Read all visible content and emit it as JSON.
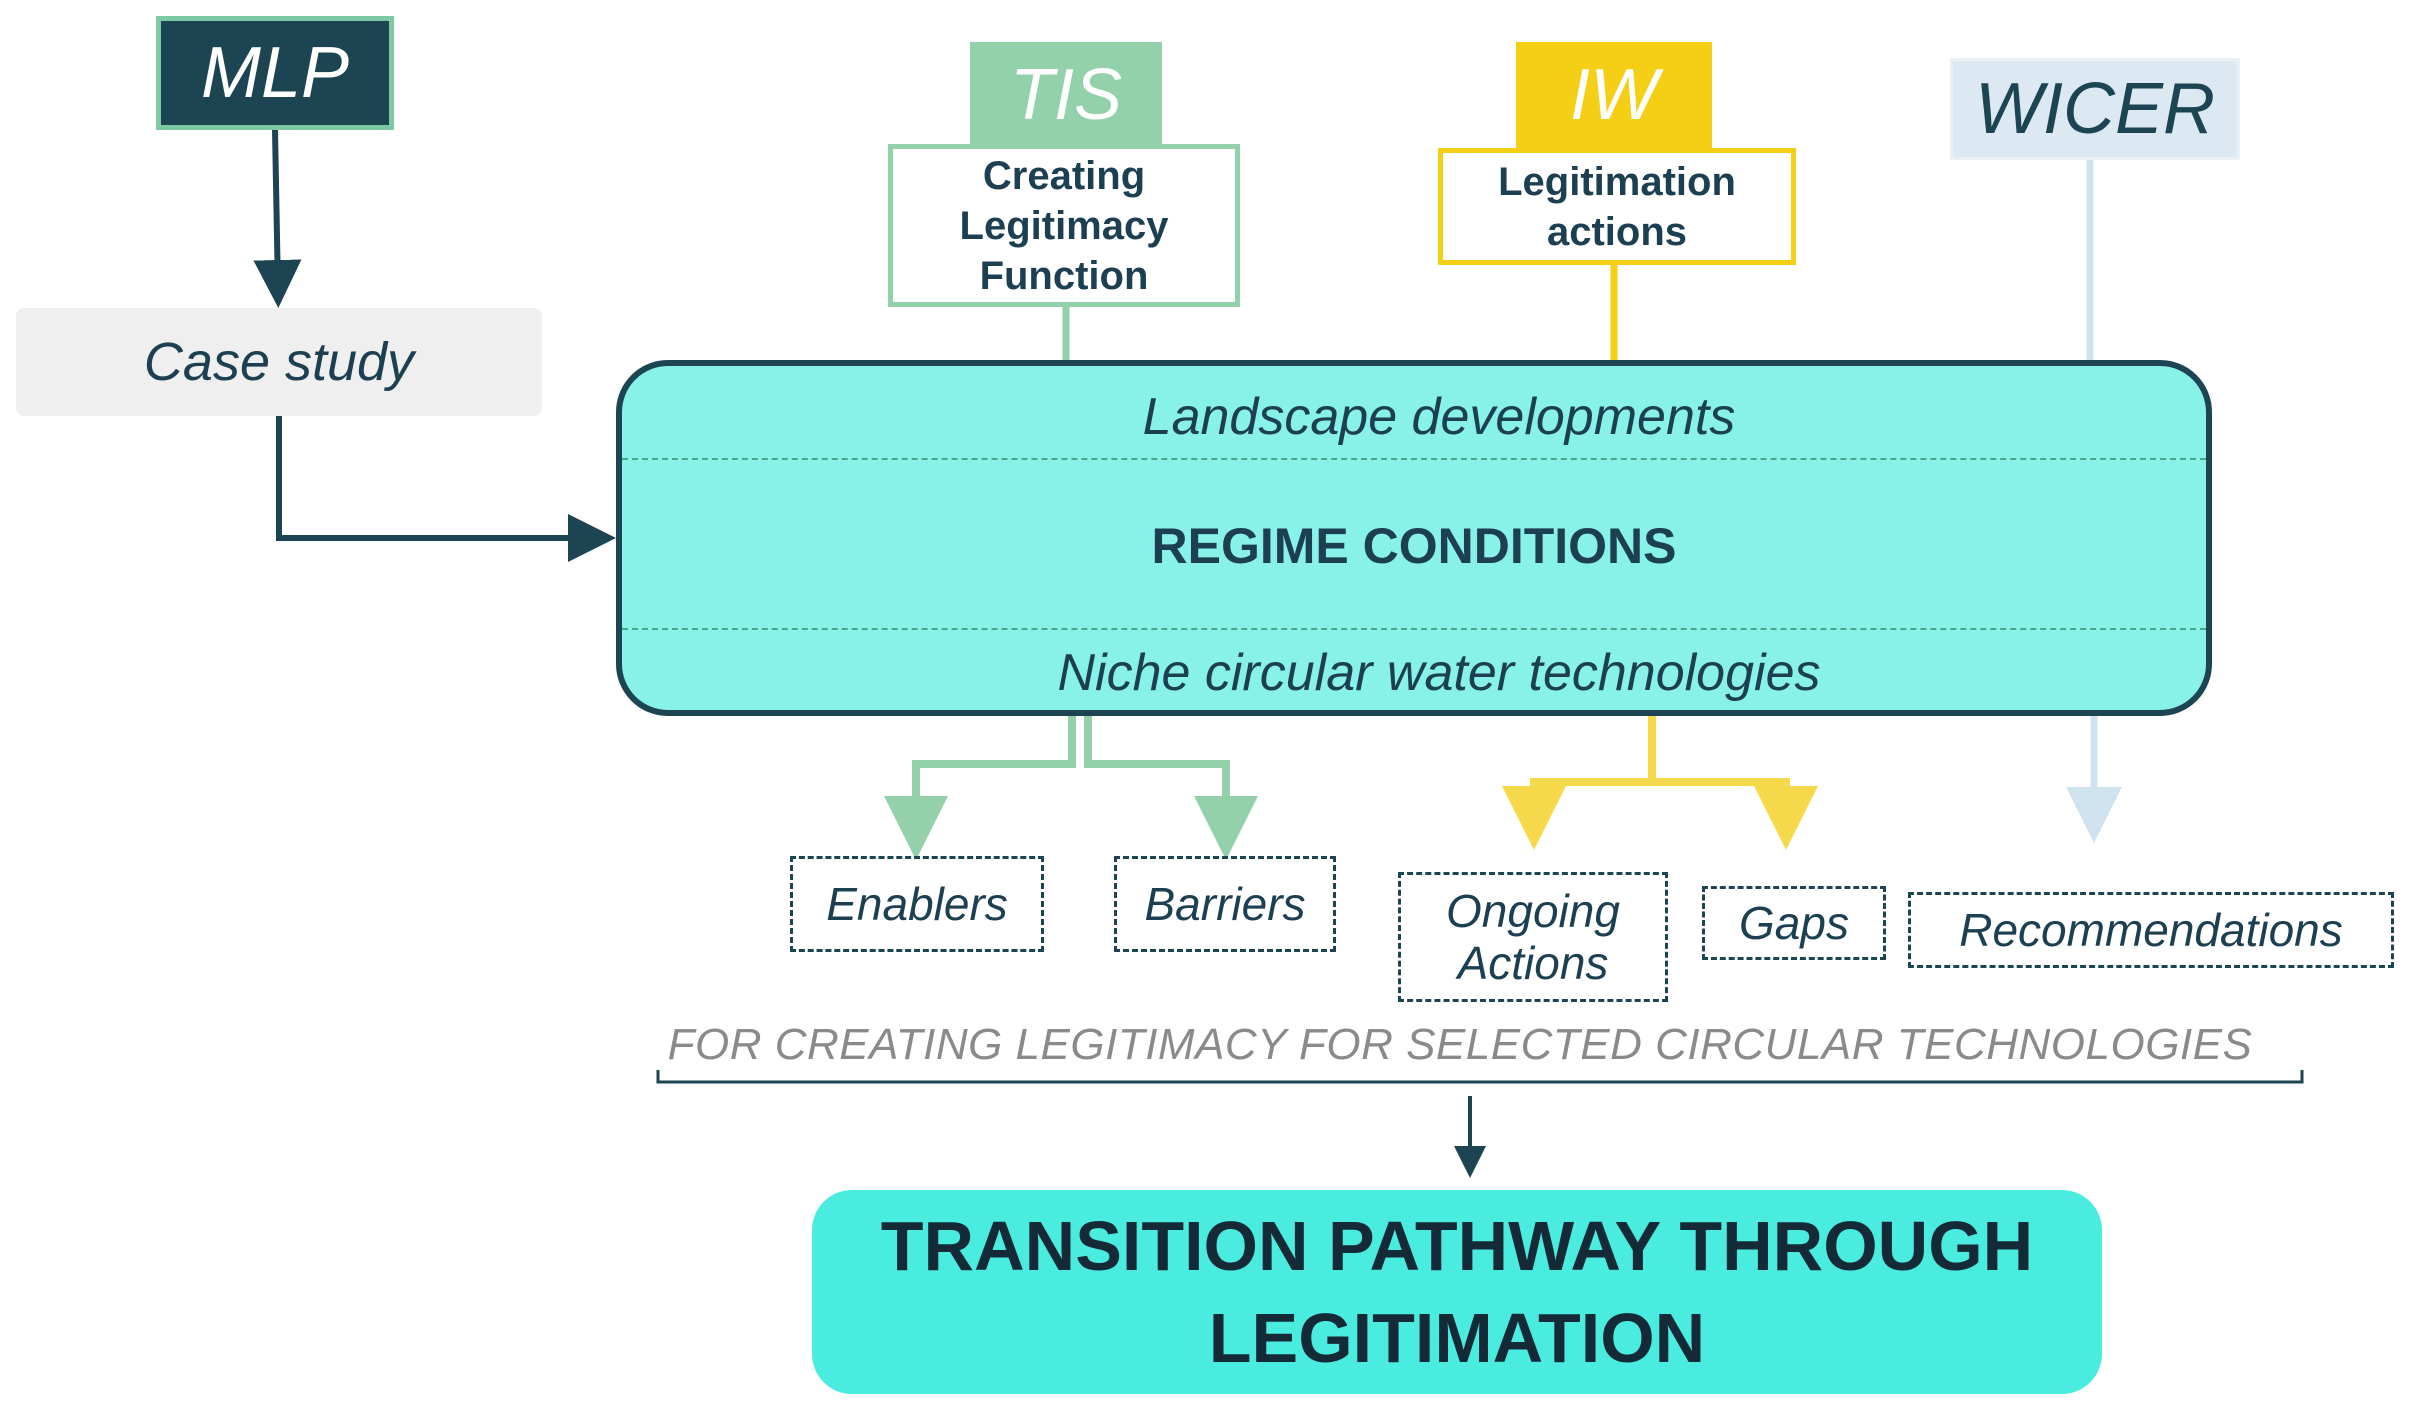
{
  "frameworks": {
    "mlp": "MLP",
    "tis": "TIS",
    "iw": "IW",
    "wicer": "WICER"
  },
  "tis_box": "Creating\nLegitimacy\nFunction",
  "iw_box": "Legitimation\nactions",
  "case_study": "Case study",
  "regime": {
    "landscape": "Landscape developments",
    "title": "REGIME CONDITIONS",
    "niche": "Niche circular water technologies"
  },
  "outputs": {
    "enablers": "Enablers",
    "barriers": "Barriers",
    "ongoing": "Ongoing\nActions",
    "gaps": "Gaps",
    "recommendations": "Recommendations"
  },
  "footer_caption": "FOR CREATING LEGITIMACY FOR SELECTED CIRCULAR TECHNOLOGIES",
  "result": "TRANSITION PATHWAY THROUGH\nLEGITIMATION",
  "colors": {
    "dark_teal": "#1c4452",
    "tis_green": "#93d1aa",
    "iw_yellow": "#f5cf15",
    "wicer_blue": "#dce9f2",
    "regime_fill": "#88f1e8",
    "result_fill": "#4aece0"
  }
}
